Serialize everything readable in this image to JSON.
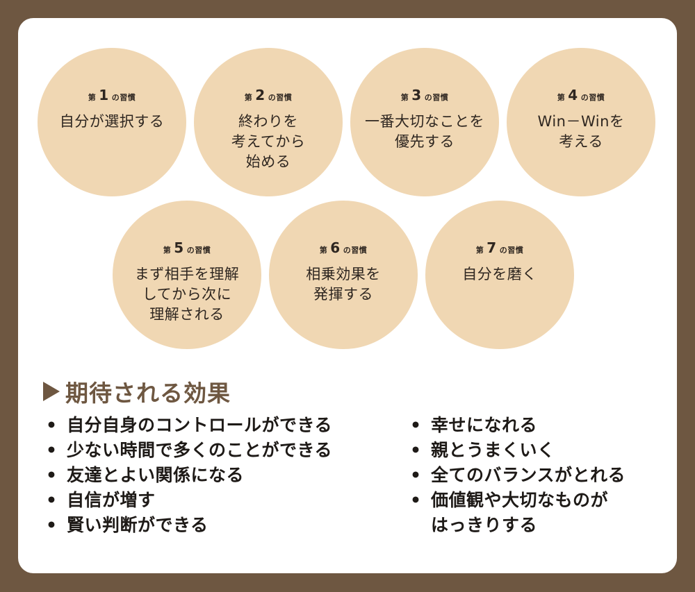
{
  "habits": [
    {
      "prefix": "第",
      "num": "1",
      "suffix": "の習慣",
      "text": "自分が選択する"
    },
    {
      "prefix": "第",
      "num": "2",
      "suffix": "の習慣",
      "text": "終わりを\n考えてから\n始める"
    },
    {
      "prefix": "第",
      "num": "3",
      "suffix": "の習慣",
      "text": "一番大切なことを\n優先する"
    },
    {
      "prefix": "第",
      "num": "4",
      "suffix": "の習慣",
      "text": "Win－Winを\n考える"
    },
    {
      "prefix": "第",
      "num": "5",
      "suffix": "の習慣",
      "text": "まず相手を理解\nしてから次に\n理解される"
    },
    {
      "prefix": "第",
      "num": "6",
      "suffix": "の習慣",
      "text": "相乗効果を\n発揮する"
    },
    {
      "prefix": "第",
      "num": "7",
      "suffix": "の習慣",
      "text": "自分を磨く"
    }
  ],
  "effects": {
    "title": "期待される効果",
    "left": [
      "自分自身のコントロールができる",
      "少ない時間で多くのことができる",
      "友達とよい関係になる",
      "自信が増す",
      "賢い判断ができる"
    ],
    "right": [
      "幸せになれる",
      "親とうまくいく",
      "全てのバランスがとれる",
      "価値観や大切なものが\nはっきりする"
    ]
  }
}
